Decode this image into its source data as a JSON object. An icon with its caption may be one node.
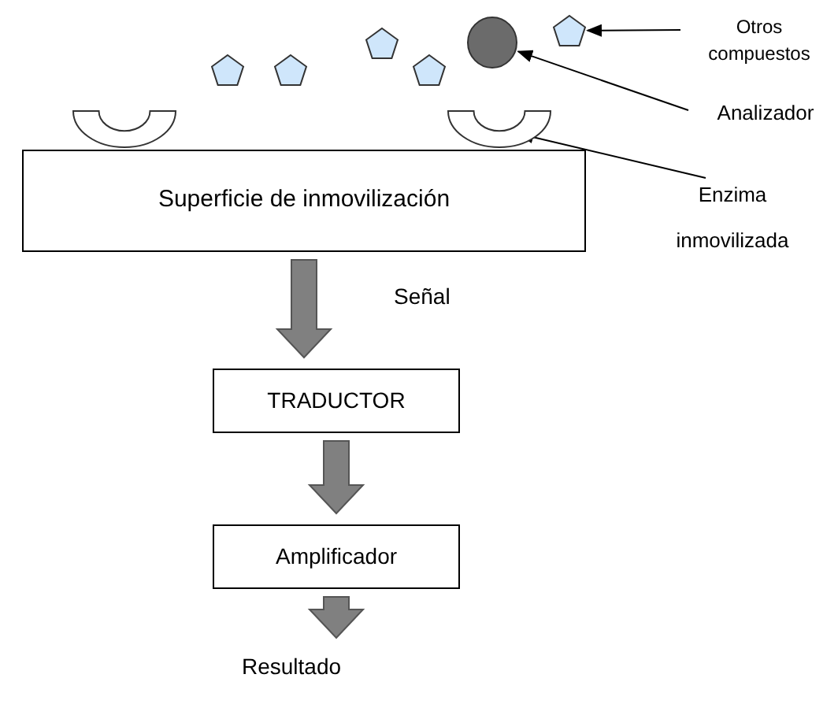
{
  "diagram": {
    "nodes": [
      {
        "text": [
          "Superficie de inmovilización"
        ]
      },
      {
        "text": [
          "TRADUCTOR"
        ]
      },
      {
        "text": [
          "Amplificador"
        ]
      },
      {
        "text": [
          "Resultado"
        ]
      },
      {
        "text": [
          "Otros compuestos"
        ]
      },
      {
        "text": [
          "Analizador"
        ]
      },
      {
        "text": [
          "Enzima inmovilizada"
        ]
      },
      {
        "text": [],
        "shape": "pentagon"
      },
      {
        "text": [],
        "shape": "pentagon"
      },
      {
        "text": [],
        "shape": "pentagon"
      },
      {
        "text": [],
        "shape": "pentagon"
      },
      {
        "text": [],
        "shape": "pentagon"
      },
      {
        "text": [],
        "shape": "circle"
      },
      {
        "text": [],
        "shape": "cup"
      },
      {
        "text": [],
        "shape": "cup"
      }
    ],
    "edges": [
      {
        "from": 0,
        "to": 1,
        "arrow": "to",
        "style": "thick",
        "label": "Señal"
      },
      {
        "from": 1,
        "to": 2,
        "arrow": "to",
        "style": "thick"
      },
      {
        "from": 2,
        "to": 3,
        "arrow": "to",
        "style": "thick"
      },
      {
        "from": 4,
        "to": 11,
        "arrow": "to"
      },
      {
        "from": 5,
        "to": 12,
        "arrow": "to"
      },
      {
        "from": 6,
        "to": 14,
        "arrow": "to"
      }
    ]
  }
}
